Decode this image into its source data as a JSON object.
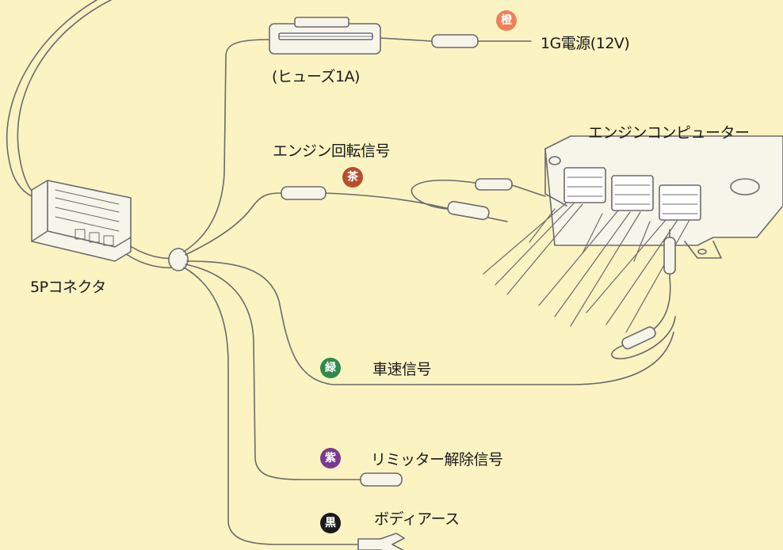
{
  "labels": {
    "fuse": "(ヒューズ1A)",
    "ig_power": "1G電源(12V)",
    "engine_rotation": "エンジン回転信号",
    "engine_computer": "エンジンコンピューター",
    "connector": "5Pコネクタ",
    "speed_signal": "車速信号",
    "limiter_release": "リミッター解除信号",
    "body_earth": "ボディアース"
  },
  "badges": {
    "ig_power": {
      "text": "橙",
      "color": "#f0805a"
    },
    "engine_rotation": {
      "text": "茶",
      "color": "#b5502e"
    },
    "speed_signal": {
      "text": "緑",
      "color": "#2f8a4e"
    },
    "limiter_release": {
      "text": "紫",
      "color": "#7a3a8e"
    },
    "body_earth": {
      "text": "黒",
      "color": "#1a1a1a"
    }
  },
  "colors": {
    "background": "#fbf3c2",
    "line": "#6b6b6b",
    "component_fill": "#f7f5ea"
  }
}
